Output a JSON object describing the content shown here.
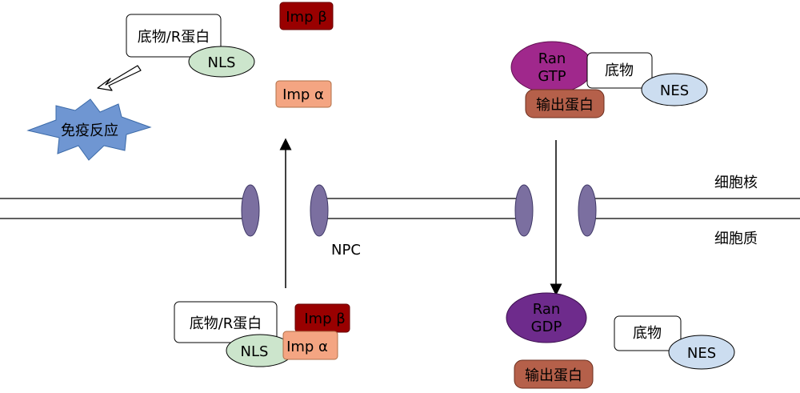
{
  "membrane": {
    "nucleus_label": "细胞核",
    "cytoplasm_label": "细胞质",
    "pore_label": "NPC"
  },
  "import_side": {
    "top": {
      "substrate_label": "底物/R蛋白",
      "nls_label": "NLS",
      "imp_beta_label": "Imp β",
      "imp_alpha_label": "Imp α",
      "immune_label": "免疫反应"
    },
    "bottom": {
      "substrate_label": "底物/R蛋白",
      "nls_label": "NLS",
      "imp_beta_label": "Imp β",
      "imp_alpha_label": "Imp α"
    }
  },
  "export_side": {
    "top": {
      "ran_gtp_line1": "Ran",
      "ran_gtp_line2": "GTP",
      "substrate_label": "底物",
      "nes_label": "NES",
      "exportin_label": "输出蛋白"
    },
    "bottom": {
      "ran_gdp_line1": "Ran",
      "ran_gdp_line2": "GDP",
      "substrate_label": "底物",
      "nes_label": "NES",
      "exportin_label": "输出蛋白"
    }
  },
  "colors": {
    "imp_beta": "#990000",
    "imp_alpha": "#F4A582",
    "nls": "#CCE5CC",
    "nes": "#CCDDF0",
    "ran_gtp": "#A0288C",
    "ran_gdp": "#6E2B8C",
    "exportin": "#B5604A",
    "pore": "#7B6FA0",
    "immune": "#6F96D2"
  }
}
